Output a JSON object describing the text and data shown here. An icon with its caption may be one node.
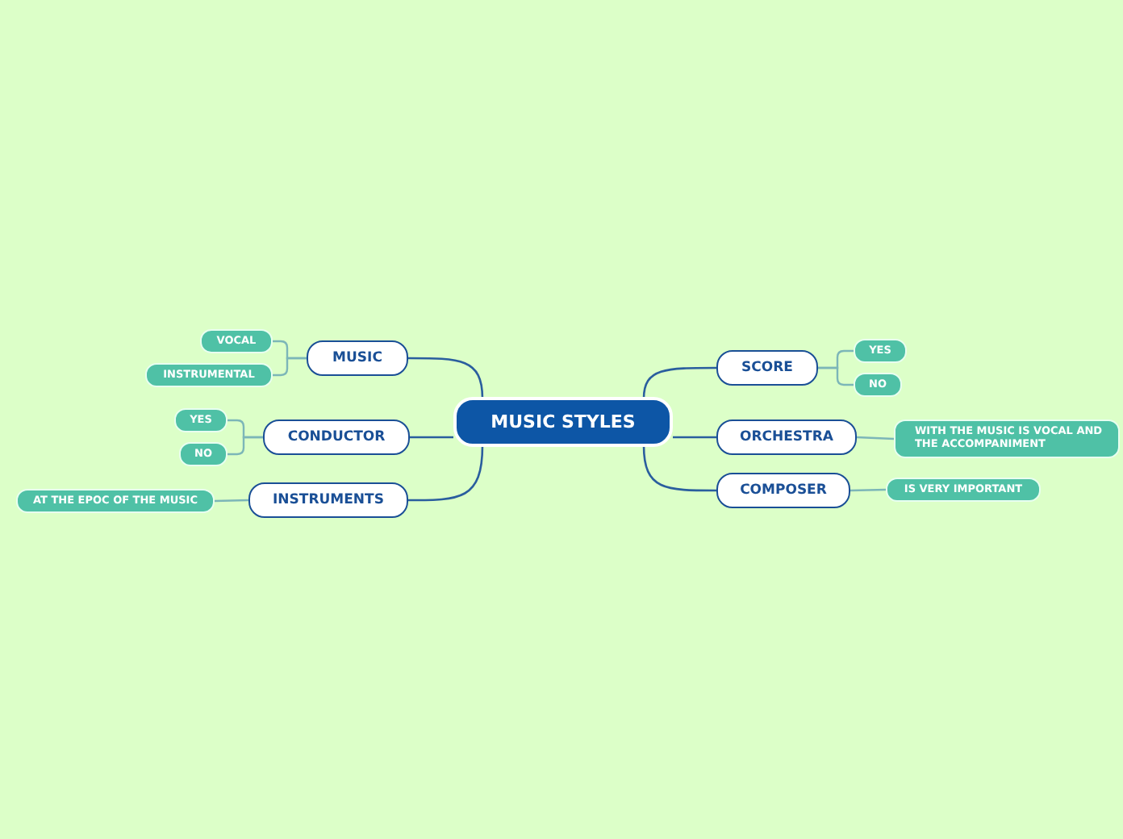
{
  "diagram": {
    "nodes": [
      {
        "text": [
          "MUSIC STYLES"
        ]
      },
      {
        "text": [
          "MUSIC"
        ]
      },
      {
        "text": [
          "VOCAL"
        ]
      },
      {
        "text": [
          "INSTRUMENTAL"
        ]
      },
      {
        "text": [
          "CONDUCTOR"
        ]
      },
      {
        "text": [
          "YES"
        ]
      },
      {
        "text": [
          "NO"
        ]
      },
      {
        "text": [
          "INSTRUMENTS"
        ]
      },
      {
        "text": [
          "AT THE EPOC OF THE MUSIC"
        ]
      },
      {
        "text": [
          "SCORE"
        ]
      },
      {
        "text": [
          "YES"
        ]
      },
      {
        "text": [
          "NO"
        ]
      },
      {
        "text": [
          "ORCHESTRA"
        ]
      },
      {
        "text": [
          "WITH THE MUSIC IS VOCAL AND THE ACCOMPANIMENT"
        ]
      },
      {
        "text": [
          "COMPOSER"
        ]
      },
      {
        "text": [
          "IS VERY IMPORTANT"
        ]
      }
    ],
    "edges": [
      {
        "from": 0,
        "to": 1,
        "arrow": "none",
        "color": "#2a5e9e"
      },
      {
        "from": 1,
        "to": 2,
        "arrow": "none"
      },
      {
        "from": 1,
        "to": 3,
        "arrow": "none"
      },
      {
        "from": 0,
        "to": 4,
        "arrow": "none",
        "color": "#2a5e9e"
      },
      {
        "from": 4,
        "to": 5,
        "arrow": "none"
      },
      {
        "from": 4,
        "to": 6,
        "arrow": "none"
      },
      {
        "from": 0,
        "to": 7,
        "arrow": "none",
        "color": "#2a5e9e"
      },
      {
        "from": 7,
        "to": 8,
        "arrow": "none"
      },
      {
        "from": 0,
        "to": 9,
        "arrow": "none",
        "color": "#2a5e9e"
      },
      {
        "from": 9,
        "to": 10,
        "arrow": "none"
      },
      {
        "from": 9,
        "to": 11,
        "arrow": "none"
      },
      {
        "from": 0,
        "to": 12,
        "arrow": "none",
        "color": "#2a5e9e"
      },
      {
        "from": 12,
        "to": 13,
        "arrow": "none"
      },
      {
        "from": 0,
        "to": 14,
        "arrow": "none",
        "color": "#2a5e9e"
      },
      {
        "from": 14,
        "to": 15,
        "arrow": "none"
      }
    ]
  }
}
